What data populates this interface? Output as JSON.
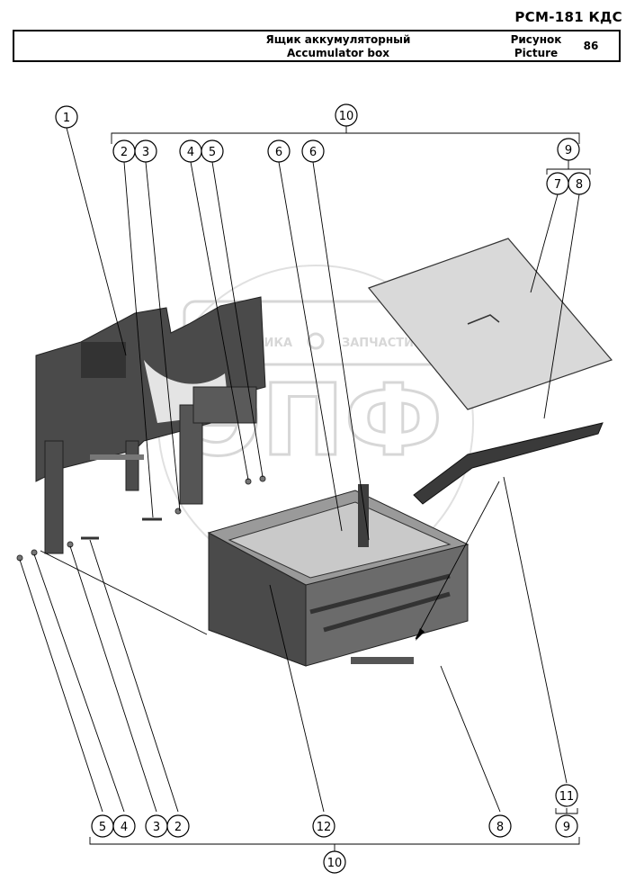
{
  "header": {
    "model": "РСМ-181 КДС",
    "title_ru": "Ящик аккумуляторный",
    "title_en": "Accumulator box",
    "picture_ru": "Рисунок",
    "picture_en": "Picture",
    "picture_number": "86"
  },
  "watermark": {
    "word_left": "ТЕХНИКА",
    "word_right": "ЗАПЧАСТИ",
    "letters": "ЭПФ"
  },
  "callouts": {
    "c1": "1",
    "c2": "2",
    "c3": "3",
    "c4": "4",
    "c5": "5",
    "c6a": "6",
    "c6b": "6",
    "c7": "7",
    "c8": "8",
    "c9": "9",
    "c10": "10",
    "b5": "5",
    "b4": "4",
    "b3": "3",
    "b2": "2",
    "b12": "12",
    "b8": "8",
    "b11": "11",
    "b9": "9",
    "b10": "10"
  },
  "colors": {
    "metal_dark": "#3c3c3c",
    "metal_mid": "#666666",
    "lid": "#d9d9d9",
    "watermark": "#b8b8b8"
  }
}
